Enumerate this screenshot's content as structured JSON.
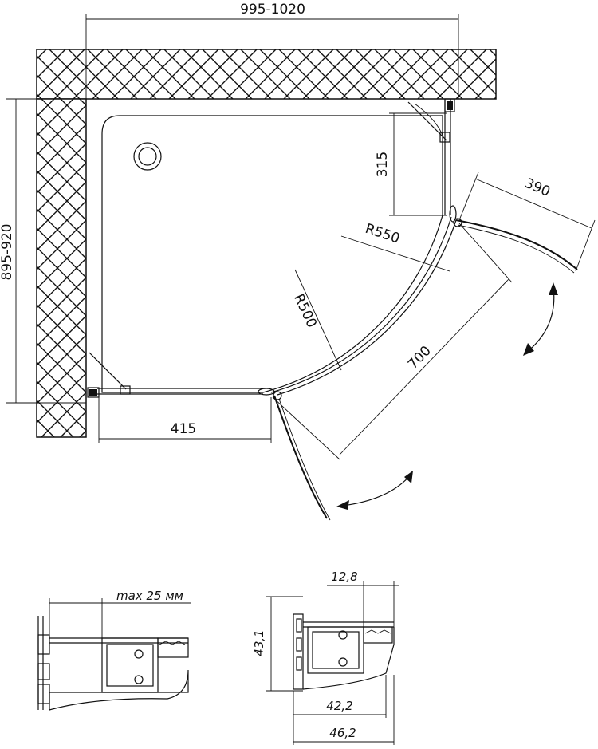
{
  "plan": {
    "width_label": "995-1020",
    "height_label": "895-920",
    "door_depth_label": "315",
    "door_width_label": "390",
    "radius_outer_label": "R550",
    "radius_inner_label": "R500",
    "diagonal_label": "700",
    "bottom_width_label": "415"
  },
  "profile_left": {
    "max_label": "max 25 мм"
  },
  "profile_right": {
    "top_label": "12,8",
    "height_label": "43,1",
    "width_inner_label": "42,2",
    "width_outer_label": "46,2"
  },
  "icons": [
    "wall-hatch",
    "drain-icon",
    "rotation-arrow-icon"
  ]
}
